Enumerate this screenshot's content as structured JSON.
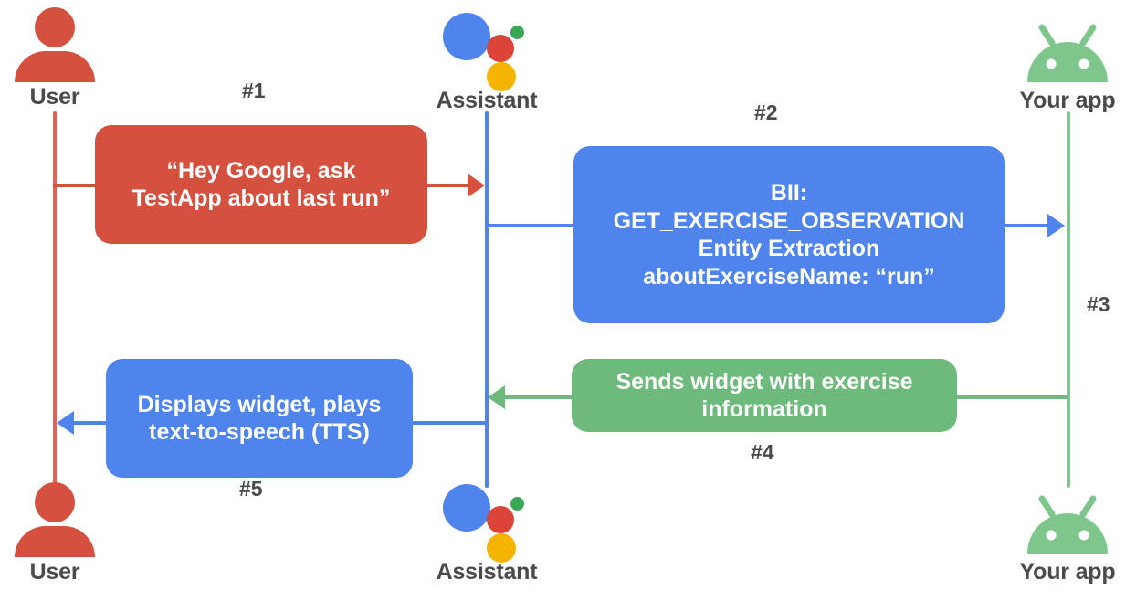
{
  "diagram": {
    "title": "Google Assistant App Actions sequence diagram",
    "colors": {
      "red": "#D4503F",
      "blue": "#4E84EC",
      "green": "#6DBA7C",
      "android_green": "#7FC68C",
      "label_gray": "#4a4a4a"
    }
  },
  "actors": {
    "user_top": {
      "label": "User",
      "icon": "person-icon"
    },
    "assistant_top": {
      "label": "Assistant",
      "icon": "google-assistant-icon"
    },
    "app_top": {
      "label": "Your app",
      "icon": "android-robot-icon"
    },
    "user_bottom": {
      "label": "User",
      "icon": "person-icon"
    },
    "assistant_bottom": {
      "label": "Assistant",
      "icon": "google-assistant-icon"
    },
    "app_bottom": {
      "label": "Your app",
      "icon": "android-robot-icon"
    }
  },
  "steps": {
    "s1": {
      "number": "#1"
    },
    "s2": {
      "number": "#2"
    },
    "s3": {
      "number": "#3"
    },
    "s4": {
      "number": "#4"
    },
    "s5": {
      "number": "#5"
    }
  },
  "messages": {
    "m1": {
      "color": "red",
      "line1": "“Hey Google, ask",
      "line2": "TestApp about last run”"
    },
    "m2": {
      "color": "blue",
      "line1": "BII:",
      "line2": "GET_EXERCISE_OBSERVATION",
      "line3": "Entity Extraction",
      "line4": "aboutExerciseName: “run”"
    },
    "m4": {
      "color": "green",
      "line1": "Sends widget with exercise",
      "line2": "information"
    },
    "m5": {
      "color": "blue",
      "line1": "Displays widget, plays",
      "line2": "text-to-speech (TTS)"
    }
  }
}
